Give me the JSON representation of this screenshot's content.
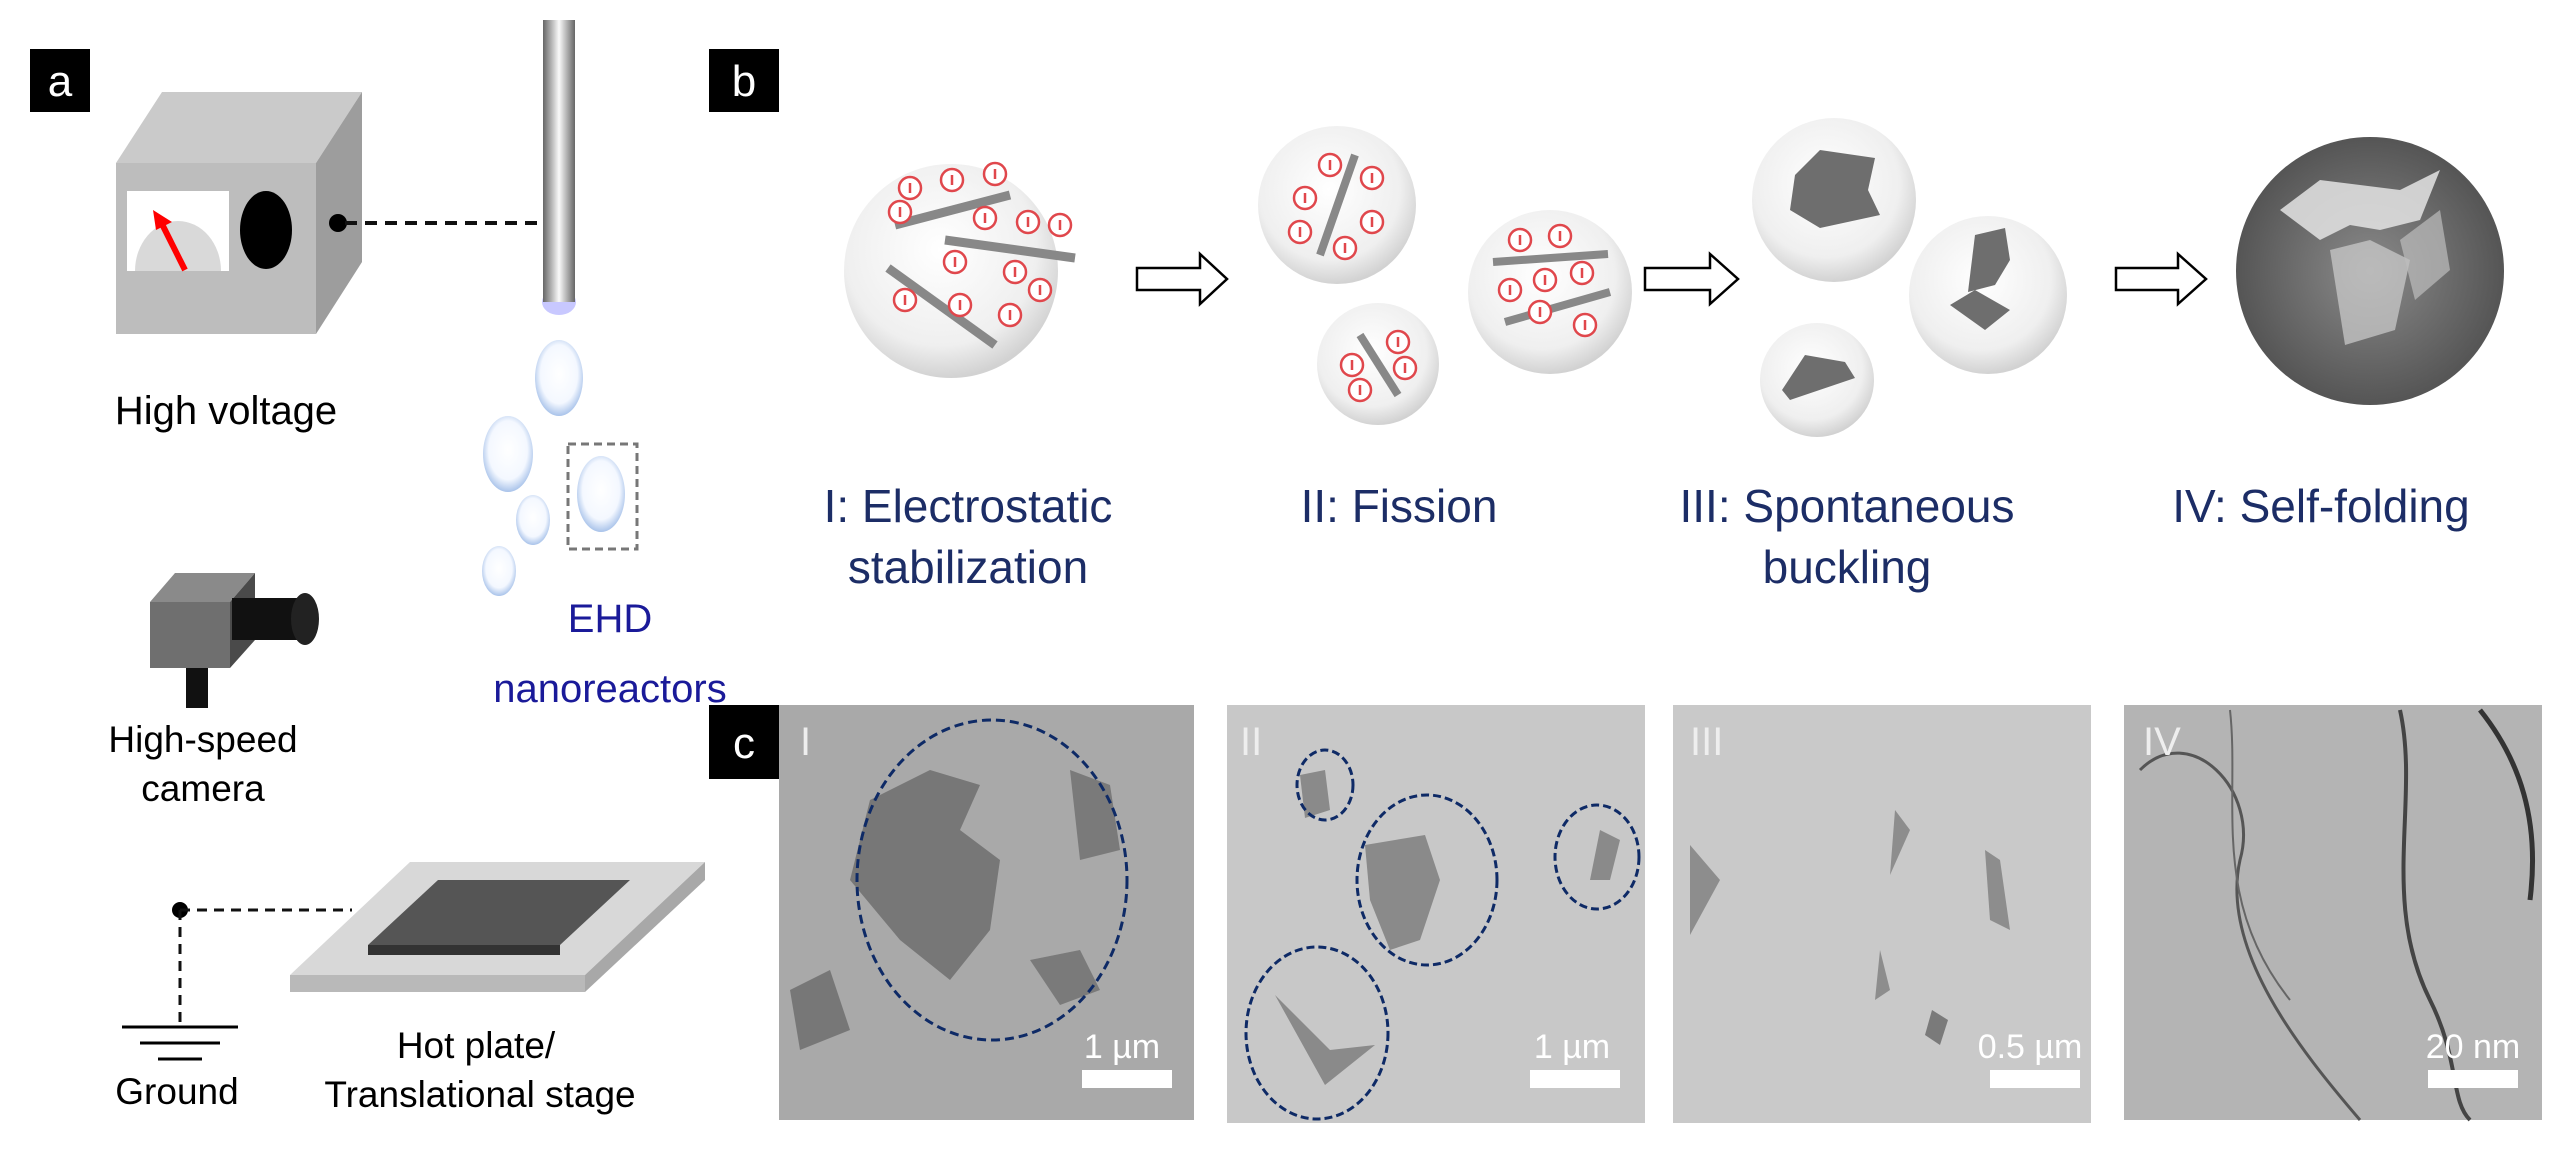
{
  "panel_labels": {
    "a": "a",
    "b": "b",
    "c": "c"
  },
  "panel_a": {
    "high_voltage": "High voltage",
    "ehd_line1": "EHD",
    "ehd_line2": "nanoreactors",
    "camera_line1": "High-speed",
    "camera_line2": "camera",
    "ground": "Ground",
    "hotplate_line1": "Hot plate/",
    "hotplate_line2": "Translational stage"
  },
  "panel_b": {
    "stages": [
      {
        "line1": "I: Electrostatic",
        "line2": "stabilization"
      },
      {
        "line1": "II: Fission",
        "line2": ""
      },
      {
        "line1": "III: Spontaneous",
        "line2": "buckling"
      },
      {
        "line1": "IV: Self-folding",
        "line2": ""
      }
    ]
  },
  "panel_c": {
    "images": [
      {
        "label": "I",
        "scale": "1 µm"
      },
      {
        "label": "II",
        "scale": "1 µm"
      },
      {
        "label": "III",
        "scale": "0.5 µm"
      },
      {
        "label": "IV",
        "scale": "20 nm"
      }
    ]
  },
  "colors": {
    "navy": "#1c2d66",
    "ehd_blue": "#1a1a99",
    "charge_red": "#e0474c"
  }
}
